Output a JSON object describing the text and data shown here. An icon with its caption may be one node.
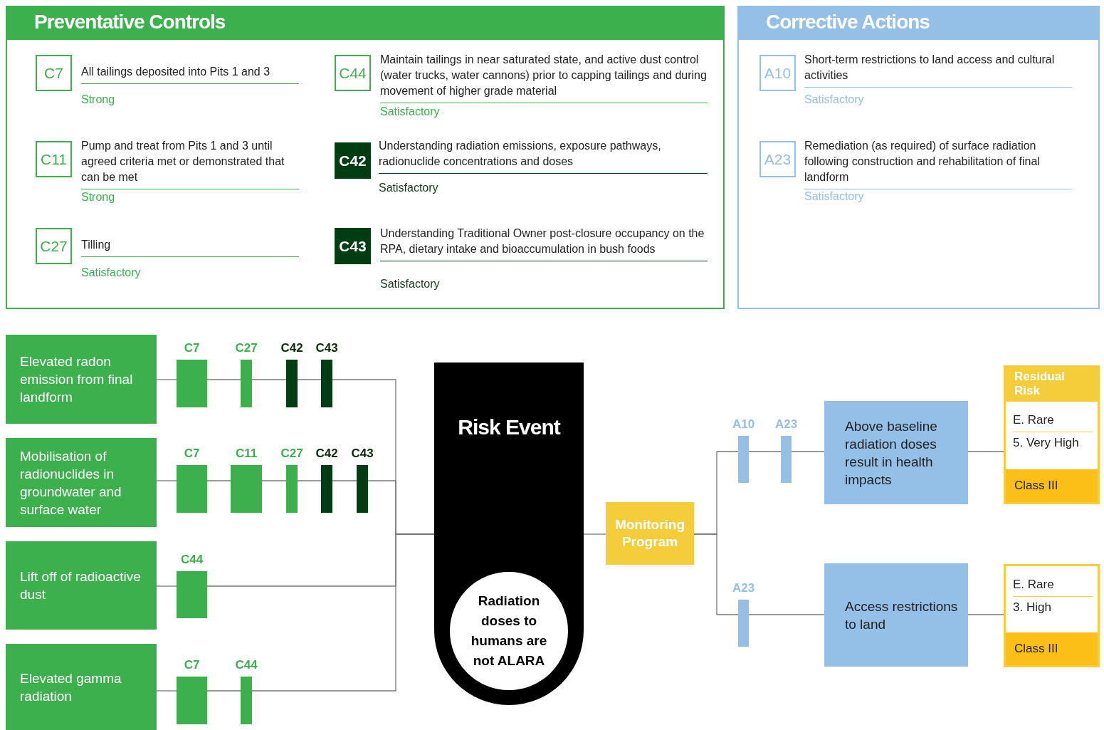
{
  "diagram": {
    "nodes": [
      {
        "text": [
          "Preventative Controls"
        ]
      },
      {
        "text": [
          "C7"
        ],
        "in": 0,
        "beside": [
          "All tailings deposited into Pits 1 and 3",
          "Strong"
        ]
      },
      {
        "text": [
          "C44"
        ],
        "in": 0,
        "beside": [
          "Maintain tailings in near saturated state, and active dust control (water trucks, water cannons) prior to capping tailings and during movement of higher grade material",
          "Satisfactory"
        ]
      },
      {
        "text": [
          "C11"
        ],
        "in": 0,
        "beside": [
          "Pump and treat from Pits 1 and 3 until agreed criteria met or demonstrated that can be met",
          "Strong"
        ]
      },
      {
        "text": [
          "C42"
        ],
        "in": 0,
        "beside": [
          "Understanding radiation emissions, exposure pathways, radionuclide concentrations and doses",
          "Satisfactory"
        ]
      },
      {
        "text": [
          "C27"
        ],
        "in": 0,
        "beside": [
          "Tilling",
          "Satisfactory"
        ]
      },
      {
        "text": [
          "C43"
        ],
        "in": 0,
        "beside": [
          "Understanding Traditional Owner post-closure occupancy on the RPA, dietary intake and bioaccumulation in bush foods",
          "Satisfactory"
        ]
      },
      {
        "text": [
          "Corrective Actions"
        ]
      },
      {
        "text": [
          "A10"
        ],
        "in": 7,
        "beside": [
          "Short-term restrictions to land access and cultural activities",
          "Satisfactory"
        ]
      },
      {
        "text": [
          "A23"
        ],
        "in": 7,
        "beside": [
          "Remediation (as required) of surface radiation following construction and rehabilitation of final landform",
          "Satisfactory"
        ]
      },
      {
        "text": [
          "Elevated radon emission from final landform"
        ]
      },
      {
        "text": [],
        "shape": "bar",
        "beside": [
          "C7"
        ]
      },
      {
        "text": [],
        "shape": "bar",
        "beside": [
          "C27"
        ]
      },
      {
        "text": [],
        "shape": "bar",
        "beside": [
          "C42"
        ]
      },
      {
        "text": [],
        "shape": "bar",
        "beside": [
          "C43"
        ]
      },
      {
        "text": [
          "Mobilisation of radionuclides in groundwater and surface water"
        ]
      },
      {
        "text": [],
        "shape": "bar",
        "beside": [
          "C7"
        ]
      },
      {
        "text": [],
        "shape": "bar",
        "beside": [
          "C11"
        ]
      },
      {
        "text": [],
        "shape": "bar",
        "beside": [
          "C27"
        ]
      },
      {
        "text": [],
        "shape": "bar",
        "beside": [
          "C42"
        ]
      },
      {
        "text": [],
        "shape": "bar",
        "beside": [
          "C43"
        ]
      },
      {
        "text": [
          "Lift off of radioactive dust"
        ]
      },
      {
        "text": [],
        "shape": "bar",
        "beside": [
          "C44"
        ]
      },
      {
        "text": [
          "Elevated gamma radiation"
        ]
      },
      {
        "text": [],
        "shape": "bar",
        "beside": [
          "C7"
        ]
      },
      {
        "text": [],
        "shape": "bar",
        "beside": [
          "C44"
        ]
      },
      {
        "text": [
          "Risk Event"
        ]
      },
      {
        "text": [
          "Radiation doses to humans are not ALARA"
        ],
        "in": 26
      },
      {
        "text": [
          "Monitoring Program"
        ]
      },
      {
        "text": [],
        "shape": "bar",
        "beside": [
          "A10"
        ]
      },
      {
        "text": [],
        "shape": "bar",
        "beside": [
          "A23"
        ]
      },
      {
        "text": [
          "Above baseline radiation doses result in health impacts"
        ]
      },
      {
        "text": [
          "Residual Risk",
          "E. Rare",
          "5. Very High",
          "Class III"
        ]
      },
      {
        "text": [],
        "shape": "bar",
        "beside": [
          "A23"
        ]
      },
      {
        "text": [
          "Access restrictions to land"
        ]
      },
      {
        "text": [
          "E. Rare",
          "3. High",
          "Class III"
        ]
      }
    ],
    "edges": [
      {
        "from": 10,
        "to": 11,
        "arrow": "none"
      },
      {
        "from": 11,
        "to": 12,
        "arrow": "none"
      },
      {
        "from": 12,
        "to": 13,
        "arrow": "none"
      },
      {
        "from": 13,
        "to": 14,
        "arrow": "none"
      },
      {
        "from": 14,
        "to": 26,
        "arrow": "none"
      },
      {
        "from": 15,
        "to": 16,
        "arrow": "none"
      },
      {
        "from": 16,
        "to": 17,
        "arrow": "none"
      },
      {
        "from": 17,
        "to": 18,
        "arrow": "none"
      },
      {
        "from": 18,
        "to": 19,
        "arrow": "none"
      },
      {
        "from": 19,
        "to": 20,
        "arrow": "none"
      },
      {
        "from": 20,
        "to": 26,
        "arrow": "none"
      },
      {
        "from": 21,
        "to": 22,
        "arrow": "none"
      },
      {
        "from": 22,
        "to": 26,
        "arrow": "none"
      },
      {
        "from": 23,
        "to": 24,
        "arrow": "none"
      },
      {
        "from": 24,
        "to": 25,
        "arrow": "none"
      },
      {
        "from": 25,
        "to": 26,
        "arrow": "none"
      },
      {
        "from": 26,
        "to": 28,
        "arrow": "none"
      },
      {
        "from": 28,
        "to": 29,
        "arrow": "none"
      },
      {
        "from": 29,
        "to": 30,
        "arrow": "none"
      },
      {
        "from": 30,
        "to": 31,
        "arrow": "none"
      },
      {
        "from": 31,
        "to": 32,
        "arrow": "none"
      },
      {
        "from": 28,
        "to": 33,
        "arrow": "none"
      },
      {
        "from": 33,
        "to": 34,
        "arrow": "none"
      },
      {
        "from": 34,
        "to": 35,
        "arrow": "none"
      }
    ]
  }
}
